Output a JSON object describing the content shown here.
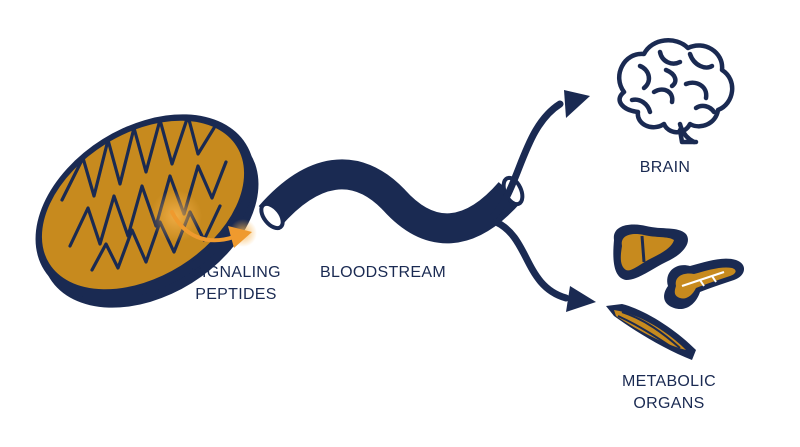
{
  "labels": {
    "signaling_line1": "SIGNALING",
    "signaling_line2": "PEPTIDES",
    "bloodstream": "BLOODSTREAM",
    "brain": "BRAIN",
    "metabolic_line1": "METABOLIC",
    "metabolic_line2": "ORGANS"
  },
  "colors": {
    "navy": "#1a2a52",
    "gold": "#c78a1e",
    "orange_glow": "#f3a43b",
    "white": "#ffffff"
  },
  "icons": [
    "mitochondrion-icon",
    "brain-icon",
    "liver-icon",
    "pancreas-icon",
    "muscle-icon"
  ]
}
